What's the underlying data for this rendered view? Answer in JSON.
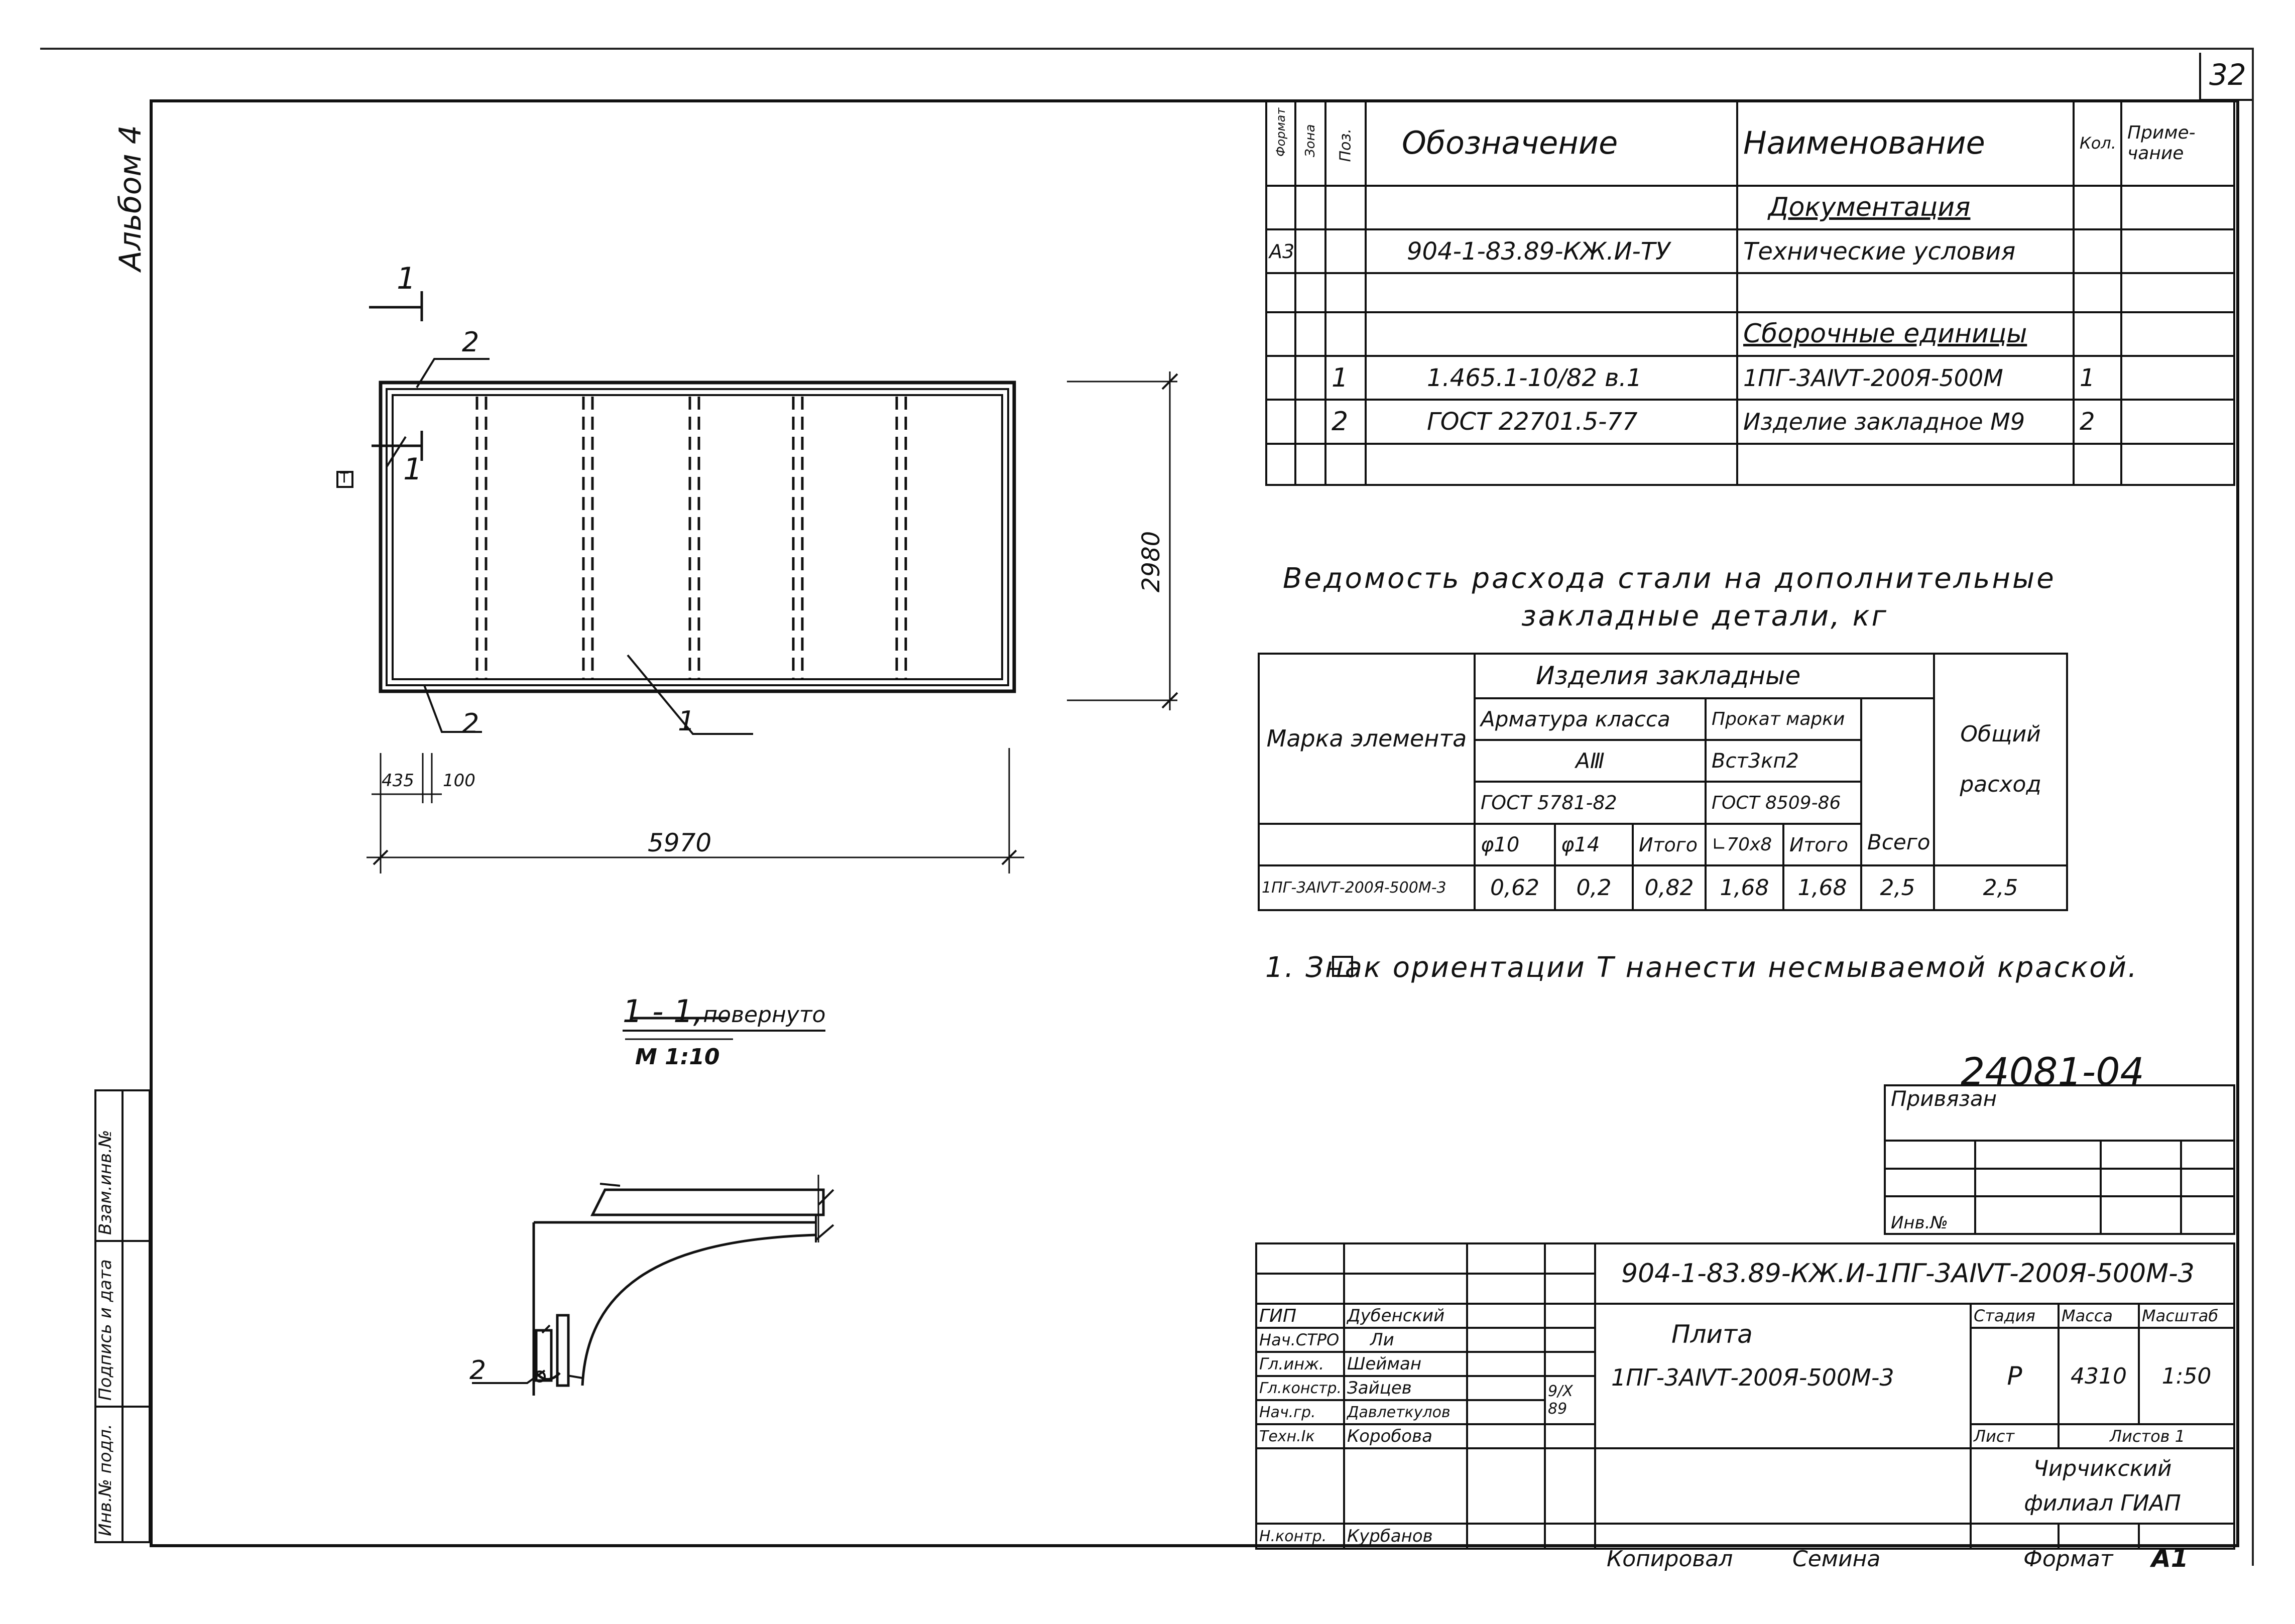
{
  "sheet_number": "32",
  "album_label": "Альбом 4",
  "left_stamp": [
    "Инв.№ подл.",
    "Подпись и дата",
    "Взам.инв.№"
  ],
  "plan": {
    "section_marker": "1",
    "orientation_sign": "Т",
    "callouts": [
      "2",
      "2",
      "1"
    ],
    "dims": {
      "height": "2980",
      "width": "5970",
      "left": "435",
      "inner": "100"
    }
  },
  "section": {
    "title": "1 - 1,",
    "title_suffix": "повернуто",
    "scale": "М 1:10",
    "callout": "2"
  },
  "spec_table": {
    "headers": [
      "Формат",
      "Зона",
      "Поз.",
      "Обозначение",
      "Наименование",
      "Кол.",
      "Приме-чание"
    ],
    "rows": [
      [
        "",
        "",
        "",
        "",
        "Документация",
        "",
        ""
      ],
      [
        "А3",
        "",
        "",
        "904-1-83.89-КЖ.И-ТУ",
        "Технические условия",
        "",
        ""
      ],
      [
        "",
        "",
        "",
        "",
        "",
        "",
        ""
      ],
      [
        "",
        "",
        "",
        "",
        "Сборочные единицы",
        "",
        ""
      ],
      [
        "",
        "",
        "1",
        "1.465.1-10/82 в.1",
        "1ПГ-3АⅣТ-200Я-500М",
        "1",
        ""
      ],
      [
        "",
        "",
        "2",
        "ГОСТ 22701.5-77",
        "Изделие закладное М9",
        "2",
        ""
      ],
      [
        "",
        "",
        "",
        "",
        "",
        "",
        ""
      ]
    ]
  },
  "steel_title": [
    "Ведомость расхода стали на дополнительные",
    "закладные детали, кг"
  ],
  "steel_table": {
    "mark_header": "Марка элемента",
    "group_header": "Изделия закладные",
    "armature": "Арматура класса",
    "armature_class": "АⅢ",
    "armature_gost": "ГОСТ 5781-82",
    "rolled": "Прокат марки",
    "rolled_grade": "Вст3кп2",
    "rolled_gost": "ГОСТ 8509-86",
    "total": "Всего",
    "overall": "Общий расход",
    "sub": [
      "φ10",
      "φ14",
      "Итого",
      "∟70х8",
      "Итого"
    ],
    "row": [
      "1ПГ-3АⅣТ-200Я-500М-3",
      "0,62",
      "0,2",
      "0,82",
      "1,68",
      "1,68",
      "2,5",
      "2,5"
    ]
  },
  "note": "1. Знак ориентации Т нанести несмываемой краской.",
  "doc_code": "24081-04",
  "title_block": {
    "privyazan": "Привязан",
    "inv": "Инв.№",
    "designation": "904-1-83.89-КЖ.И-1ПГ-3АⅣТ-200Я-500М-3",
    "item_name": "Плита",
    "item_mark": "1ПГ-3АⅣТ-200Я-500М-3",
    "stage_h": "Стадия",
    "mass_h": "Масса",
    "scale_h": "Масштаб",
    "stage": "Р",
    "mass": "4310",
    "scale": "1:50",
    "sheet_h": "Лист",
    "sheets_h": "Листов 1",
    "org1": "Чирчикский",
    "org2": "филиал ГИАП",
    "date": "9/Х 89",
    "people": [
      [
        "ГИП",
        "Дубенский"
      ],
      [
        "Нач.СТРО",
        "Ли"
      ],
      [
        "Гл.инж.",
        "Шейман"
      ],
      [
        "Гл.констр.",
        "Зайцев"
      ],
      [
        "Нач.гр.",
        "Давлеткулов"
      ],
      [
        "Техн.Iк",
        "Коробова"
      ],
      [
        "",
        ""
      ],
      [
        "Н.контр.",
        "Курбанов"
      ]
    ],
    "copied_label": "Копировал",
    "copied_by": "Семина",
    "format_label": "Формат",
    "format_value": "А1"
  }
}
